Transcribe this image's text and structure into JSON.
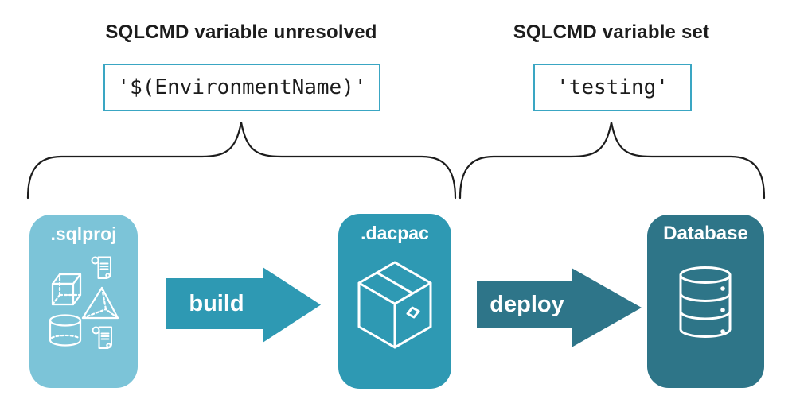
{
  "annotations": {
    "unresolved": {
      "heading": "SQLCMD variable unresolved",
      "value": "'$(EnvironmentName)'"
    },
    "set": {
      "heading": "SQLCMD variable set",
      "value": "'testing'"
    }
  },
  "stages": {
    "sqlproj": {
      "label": ".sqlproj",
      "icon": "sql-objects-icon"
    },
    "dacpac": {
      "label": ".dacpac",
      "icon": "package-box-icon"
    },
    "database": {
      "label": "Database",
      "icon": "database-cylinder-icon"
    }
  },
  "arrows": {
    "build": {
      "label": "build"
    },
    "deploy": {
      "label": "deploy"
    }
  },
  "colors": {
    "stage_sqlproj": "#7cc4d8",
    "stage_dacpac": "#2e99b3",
    "stage_database": "#2e7588",
    "arrow_build": "#2e99b3",
    "arrow_deploy": "#2e7589",
    "value_box_border": "#3aa6c3",
    "brace": "#1c1c1c",
    "heading_text": "#1c1c1c",
    "code_text": "#1c1c1c",
    "stage_label_text": "#ffffff",
    "arrow_label_text": "#ffffff",
    "icon_stroke": "#ffffff",
    "background": "#ffffff"
  }
}
